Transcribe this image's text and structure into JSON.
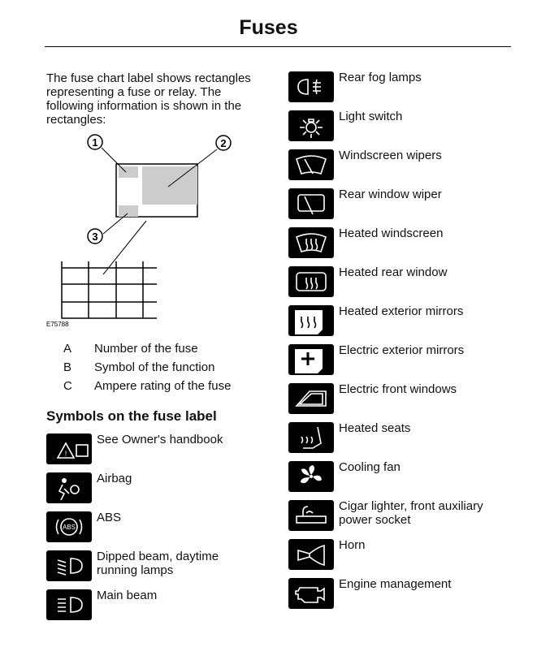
{
  "title": "Fuses",
  "intro": "The fuse chart label shows rectangles representing a fuse or relay. The following information is shown in the rectangles:",
  "diagram": {
    "callouts": [
      "1",
      "2",
      "3"
    ],
    "code": "E75788"
  },
  "legend": [
    {
      "key": "A",
      "text": "Number of the fuse"
    },
    {
      "key": "B",
      "text": "Symbol of the function"
    },
    {
      "key": "C",
      "text": "Ampere rating of the fuse"
    }
  ],
  "symbols_heading": "Symbols on the fuse label",
  "left_symbols": [
    {
      "icon": "warning-handbook-icon",
      "label": "See Owner's handbook"
    },
    {
      "icon": "airbag-icon",
      "label": "Airbag"
    },
    {
      "icon": "abs-icon",
      "label": "ABS"
    },
    {
      "icon": "dipped-beam-icon",
      "label": "Dipped beam, daytime\nrunning lamps"
    },
    {
      "icon": "main-beam-icon",
      "label": "Main beam"
    }
  ],
  "right_symbols": [
    {
      "icon": "rear-fog-icon",
      "label": "Rear fog lamps"
    },
    {
      "icon": "light-switch-icon",
      "label": "Light switch"
    },
    {
      "icon": "windscreen-wiper-icon",
      "label": "Windscreen wipers"
    },
    {
      "icon": "rear-wiper-icon",
      "label": "Rear window wiper"
    },
    {
      "icon": "heated-windscreen-icon",
      "label": "Heated windscreen"
    },
    {
      "icon": "heated-rear-window-icon",
      "label": "Heated rear window"
    },
    {
      "icon": "heated-mirror-icon",
      "label": "Heated exterior mirrors"
    },
    {
      "icon": "electric-mirror-icon",
      "label": "Electric exterior mirrors"
    },
    {
      "icon": "electric-window-icon",
      "label": "Electric front windows"
    },
    {
      "icon": "heated-seat-icon",
      "label": "Heated seats"
    },
    {
      "icon": "cooling-fan-icon",
      "label": "Cooling fan"
    },
    {
      "icon": "cigar-lighter-icon",
      "label": "Cigar lighter, front auxiliary\npower socket"
    },
    {
      "icon": "horn-icon",
      "label": "Horn"
    },
    {
      "icon": "engine-icon",
      "label": "Engine management"
    }
  ]
}
